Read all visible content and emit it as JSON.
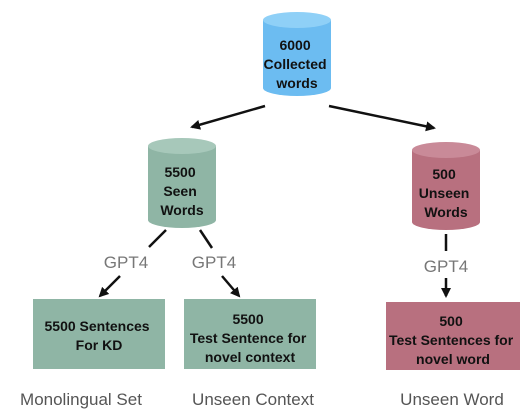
{
  "nodes": {
    "collected": {
      "lines": [
        "6000",
        "Collected",
        "words"
      ],
      "color": "#6cbcf1",
      "top_color": "#8fd0f7"
    },
    "seen": {
      "lines": [
        "5500",
        "Seen",
        "Words"
      ],
      "color": "#8fb5a5",
      "top_color": "#a7c8ba"
    },
    "unseen": {
      "lines": [
        "500",
        "Unseen",
        "Words"
      ],
      "color": "#b8707f",
      "top_color": "#c98a98"
    },
    "monolingual": {
      "lines": [
        "5500 Sentences",
        "For KD"
      ],
      "color": "#8fb5a5"
    },
    "novel_context": {
      "lines": [
        "5500",
        "Test Sentence for",
        "novel context"
      ],
      "color": "#8fb5a5"
    },
    "novel_word": {
      "lines": [
        "500",
        "Test Sentences for",
        "novel word"
      ],
      "color": "#b8707f"
    }
  },
  "edge_labels": {
    "left": "GPT4",
    "middle": "GPT4",
    "right": "GPT4"
  },
  "captions": {
    "left": "Monolingual Set",
    "middle": "Unseen Context",
    "right": "Unseen Word"
  }
}
